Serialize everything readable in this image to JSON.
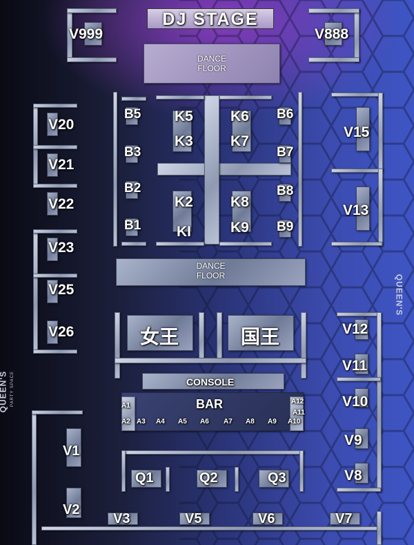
{
  "stage": {
    "label": "DJ   STAGE"
  },
  "dance_floor": {
    "label_top": "DANCE",
    "label_bottom": "FLOOR"
  },
  "vip": {
    "v999": "V999",
    "v888": "V888",
    "v20": "V20",
    "v21": "V21",
    "v22": "V22",
    "v23": "V23",
    "v25": "V25",
    "v26": "V26",
    "v15": "V15",
    "v13": "V13",
    "v12": "V12",
    "v11": "V11",
    "v10": "V10",
    "v9": "V9",
    "v8": "V8",
    "v7": "V7",
    "v1": "V1",
    "v2": "V2",
    "v3": "V3",
    "v5": "V5",
    "v6": "V6"
  },
  "booths": {
    "b5": "B5",
    "b3": "B3",
    "b2": "B2",
    "b1": "B1",
    "b6": "B6",
    "b7": "B7",
    "b8": "B8",
    "b9": "B9"
  },
  "karaoke": {
    "k5": "K5",
    "k3": "K3",
    "k2": "K2",
    "k1": "KI",
    "k6": "K6",
    "k7": "K7",
    "k8": "K8",
    "k9": "K9"
  },
  "thrones": {
    "queen": "女王",
    "king": "国王"
  },
  "console": {
    "label": "CONSOLE"
  },
  "bar": {
    "label": "BAR",
    "seats_left": [
      "A2",
      "A3",
      "A4",
      "A5",
      "A6",
      "A7",
      "A8",
      "A9",
      "A10"
    ],
    "a1": "A1",
    "a12": "A12",
    "a11": "A11"
  },
  "queue": {
    "q1": "Q1",
    "q2": "Q2",
    "q3": "Q3"
  },
  "brand": {
    "name": "QUEEN'S",
    "tagline": "PARTY SPACE"
  }
}
